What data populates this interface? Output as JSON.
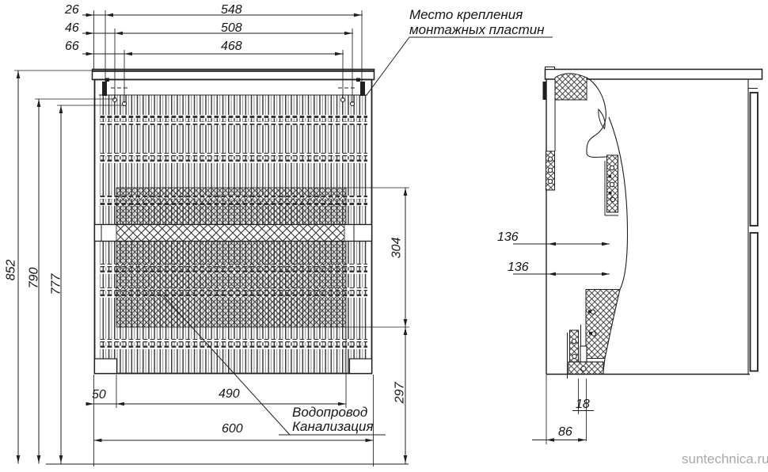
{
  "drawing": {
    "front_view": {
      "top_dims": {
        "d26": "26",
        "d46": "46",
        "d66": "66",
        "d548": "548",
        "d508": "508",
        "d468": "468"
      },
      "left_dims": {
        "d852": "852",
        "d790": "790",
        "d777": "777"
      },
      "right_dims": {
        "d304": "304",
        "d297": "297"
      },
      "bottom_dims": {
        "d50": "50",
        "d490": "490",
        "d600": "600"
      }
    },
    "side_view": {
      "dims": {
        "d136_top": "136",
        "d136_bottom": "136",
        "d18": "18",
        "d86": "86"
      }
    },
    "labels": {
      "mounting_line1": "Место крепления",
      "mounting_line2": "монтажных пластин",
      "plumbing_line1": "Водопровод",
      "plumbing_line2": "Канализация"
    },
    "watermark": "suntechnica.ru"
  },
  "colors": {
    "line": "#1f1f1f",
    "text": "#161616",
    "watermark": "#a8a8a8"
  }
}
